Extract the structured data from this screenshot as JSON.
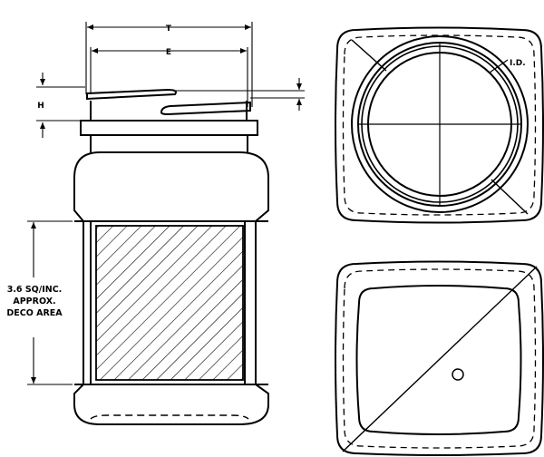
{
  "drawing": {
    "dimension_labels": {
      "t": "T",
      "e": "E",
      "h": "H",
      "id": "I.D."
    },
    "deco_note": {
      "line1": "3.6 SQ/INC.",
      "line2": "APPROX.",
      "line3": "DECO AREA"
    },
    "views": {
      "front": "jar-front-elevation",
      "top": "jar-top-view",
      "bottom": "jar-bottom-view"
    }
  }
}
